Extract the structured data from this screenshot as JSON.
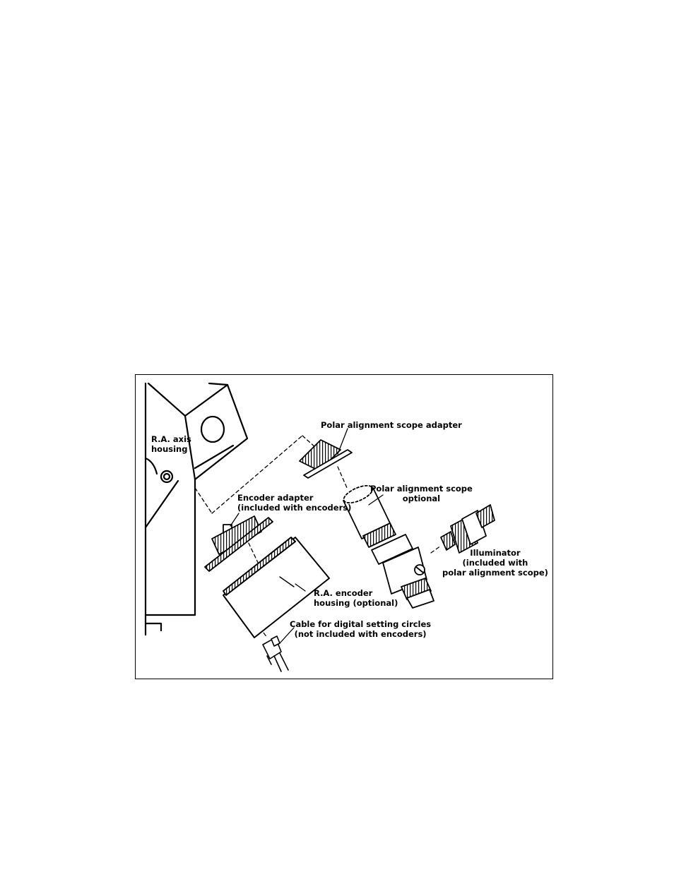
{
  "diagram": {
    "labels": {
      "ra_axis_housing": "R.A. axis\nhousing",
      "polar_scope_adapter": "Polar alignment scope adapter",
      "polar_scope": "Polar alignment scope\noptional",
      "encoder_adapter": "Encoder adapter\n(included with encoders)",
      "illuminator": "Illuminator\n(included with\npolar alignment scope)",
      "ra_encoder_housing": "R.A. encoder\nhousing (optional)",
      "cable": "Cable for digital setting circles\n(not included with encoders)"
    }
  }
}
